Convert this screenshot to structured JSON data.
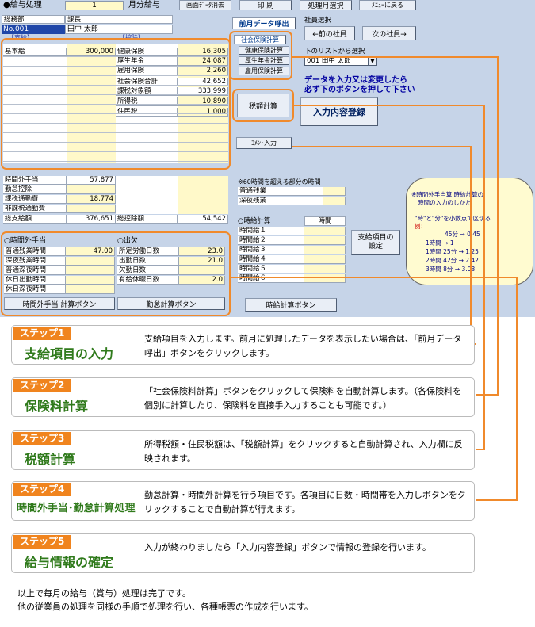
{
  "header": {
    "process_label": "●給与処理",
    "month_value": "1",
    "month_label": "月分給与",
    "buttons": [
      "画面ﾃﾞｰﾀ消去",
      "印 刷",
      "処理月選択",
      "ﾒﾆｭｰに戻る"
    ]
  },
  "employee": {
    "dept_label": "総務部",
    "title_label": "課長",
    "number": "No.001",
    "name": "田中 太郎",
    "sub_left": "【支給】",
    "sub_right": "【控除】"
  },
  "pay_items": [
    {
      "label": "基本給",
      "value": "300,000"
    },
    {
      "label": "",
      "value": ""
    },
    {
      "label": "",
      "value": ""
    },
    {
      "label": "",
      "value": ""
    },
    {
      "label": "",
      "value": ""
    },
    {
      "label": "",
      "value": ""
    },
    {
      "label": "",
      "value": ""
    },
    {
      "label": "",
      "value": ""
    },
    {
      "label": "",
      "value": ""
    },
    {
      "label": "",
      "value": ""
    },
    {
      "label": "",
      "value": ""
    },
    {
      "label": "",
      "value": ""
    },
    {
      "label": "",
      "value": ""
    }
  ],
  "deduction_items": [
    {
      "label": "健康保険",
      "value": "16,305"
    },
    {
      "label": "厚生年金",
      "value": "24,087"
    },
    {
      "label": "雇用保険",
      "value": "2,260"
    },
    {
      "label": "社会保険合計",
      "value": "42,652"
    },
    {
      "label": "課税対象額",
      "value": "333,999"
    },
    {
      "label": "所得税",
      "value": "10,890"
    },
    {
      "label": "住民税",
      "value": "1,000"
    }
  ],
  "pay_summary": [
    {
      "label": "時間外手当",
      "value": "57,877"
    },
    {
      "label": "勤怠控除",
      "value": ""
    },
    {
      "label": "課税通勤費",
      "value": "18,774"
    },
    {
      "label": "非課税通勤費",
      "value": ""
    },
    {
      "label": "総支給額",
      "value": "376,651"
    }
  ],
  "deduction_total": {
    "label": "総控除額",
    "value": "54,542"
  },
  "overtime": {
    "header": "○時間外手当",
    "rows": [
      {
        "label": "普通残業時間",
        "value": "47.00"
      },
      {
        "label": "深夜残業時間",
        "value": ""
      },
      {
        "label": "普通深夜時間",
        "value": ""
      },
      {
        "label": "休日出勤時間",
        "value": ""
      },
      {
        "label": "休日深夜時間",
        "value": ""
      }
    ],
    "button": "時間外手当 計算ボタン"
  },
  "attendance": {
    "header": "○出欠",
    "rows": [
      {
        "label": "所定労働日数",
        "value": "23.0"
      },
      {
        "label": "出勤日数",
        "value": "21.0"
      },
      {
        "label": "欠勤日数",
        "value": ""
      },
      {
        "label": "有給休暇日数",
        "value": "2.0"
      }
    ],
    "button": "勤怠計算ボタン"
  },
  "prev_data_button": "前月データ呼出",
  "insurance_buttons": [
    "社会保険計算",
    "健康保険計算",
    "厚生年金計算",
    "雇用保険計算"
  ],
  "tax_button": "税額計算",
  "comment_button": "ｺﾒﾝﾄ入力",
  "employee_select": {
    "label": "社員選択",
    "prev_button": "←前の社員",
    "next_button": "次の社員→",
    "list_label": "下のリストから選択",
    "selected": "001 田中 太郎",
    "dropdown_arrow": "▼"
  },
  "instruction": {
    "line1": "データを入力又は変更したら",
    "line2": "必ず下のボタンを押して下さい"
  },
  "register_button": "入力内容登録",
  "over60": {
    "header": "※60時間を超える部分の時間",
    "rows": [
      {
        "label": "普通残業",
        "value": ""
      },
      {
        "label": "深夜残業",
        "value": ""
      }
    ]
  },
  "hourly": {
    "header": "○時給計算",
    "column": "時間",
    "rows": [
      "時間給１",
      "時間給２",
      "時間給３",
      "時間給４",
      "時間給５",
      "時間給６"
    ],
    "button": "時給計算ボタン"
  },
  "pay_settings_button": "支給項目の\n設定",
  "note": {
    "title1": "※時間外手当算,時給計算の",
    "title2": "時間の入力のしかた",
    "line3": "\"時\"と\"分\"を小数点で区切る",
    "line4": "例：",
    "examples": [
      "45分 → 0.45",
      "1時間    → 1",
      "1時間 25分 → 1.25",
      "2時間 42分 → 2.42",
      "3時間  8分 → 3.08"
    ]
  },
  "steps": [
    {
      "tag": "ステップ1",
      "title": "支給項目の入力",
      "desc": "支給項目を入力します。前月に処理したデータを表示したい場合は、「前月データ呼出」ボタンをクリックします。"
    },
    {
      "tag": "ステップ2",
      "title": "保険料計算",
      "desc": "「社会保険料計算」ボタンをクリックして保険料を自動計算します。（各保険料を個別に計算したり、保険料を直接手入力することも可能です。）"
    },
    {
      "tag": "ステップ3",
      "title": "税額計算",
      "desc": "所得税額・住民税額は、「税額計算」をクリックすると自動計算され、入力欄に反映されます。"
    },
    {
      "tag": "ステップ4",
      "title": "時間外手当･勤怠計算処理",
      "desc": "勤怠計算・時間外計算を行う項目です。各項目に日数・時間帯を入力しボタンをクリックすることで自動計算が行えます。"
    },
    {
      "tag": "ステップ5",
      "title": "給与情報の確定",
      "desc": "入力が終わりましたら「入力内容登録」ボタンで情報の登録を行います。"
    }
  ],
  "footer": {
    "line1": "以上で毎月の給与（賞与）処理は完了です。",
    "line2": "他の従業員の処理を同様の手順で処理を行い、各種帳票の作成を行います。"
  }
}
